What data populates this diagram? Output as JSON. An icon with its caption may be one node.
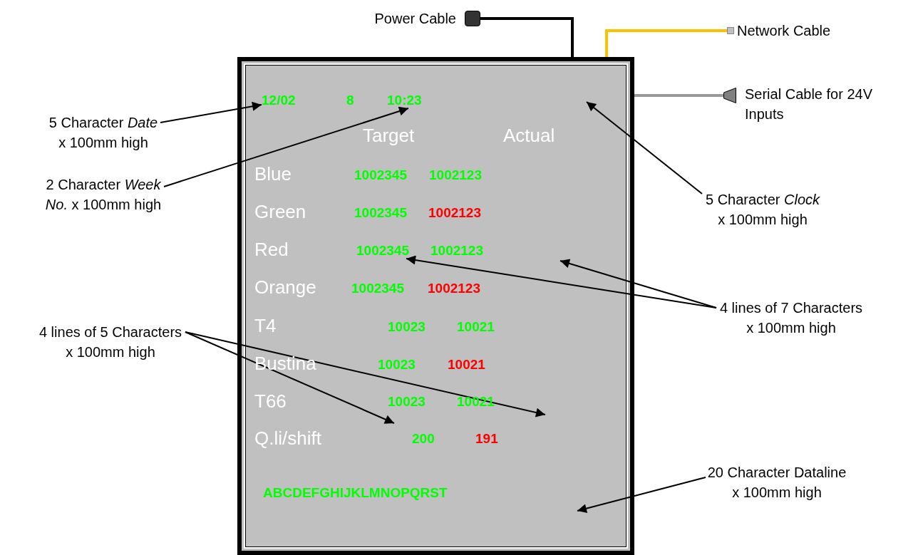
{
  "diagram": {
    "nodes": [
      {
        "text": [],
        "shape": "box"
      },
      {
        "text": [
          "12/02"
        ],
        "in": 0
      },
      {
        "text": [
          "10:23"
        ],
        "in": 0
      },
      {
        "text": [
          "1002345"
        ],
        "in": 0
      },
      {
        "text": [],
        "shape": "box",
        "beside": [
          "Power Cable"
        ]
      },
      {
        "text": [],
        "shape": "box",
        "beside": [
          "Network Cable"
        ]
      },
      {
        "text": [],
        "shape": "box",
        "beside": [
          "Serial Cable for 24V Inputs"
        ]
      },
      {
        "text": [
          "5 Character *Date* x 100mm high"
        ]
      },
      {
        "text": [
          "2 Character *Week No.* x 100mm high"
        ]
      },
      {
        "text": [
          "5 Character *Clock* x 100mm high"
        ]
      },
      {
        "text": [
          "4 lines of 7 Characters x 100mm high"
        ]
      },
      {
        "text": [
          "4 lines of 5 Characters x 100mm high"
        ]
      },
      {
        "text": [
          "20 Character Dataline x 100mm high"
        ]
      }
    ],
    "edges": [
      {
        "from": 0,
        "to": 4,
        "arrow": "none",
        "style": "thick"
      },
      {
        "from": 0,
        "to": 5,
        "arrow": "none",
        "style": "thick",
        "color": "#ffc000"
      },
      {
        "from": 0,
        "to": 6,
        "arrow": "none",
        "style": "thick",
        "color": "#999999"
      },
      {
        "from": 7,
        "to": 1,
        "arrow": "to"
      },
      {
        "from": 8,
        "to": 2,
        "arrow": "to"
      },
      {
        "from": 9,
        "to": null,
        "arrow": "to"
      },
      {
        "from": 10,
        "to": 3,
        "arrow": "to"
      },
      {
        "from": 10,
        "to": null,
        "arrow": "to"
      },
      {
        "from": 11,
        "to": null,
        "arrow": "to"
      },
      {
        "from": 11,
        "to": null,
        "arrow": "to"
      },
      {
        "from": 12,
        "to": null,
        "arrow": "to"
      }
    ],
    "labels": [
      "8",
      "Target",
      "Actual",
      "Blue",
      "1002345",
      "1002123",
      "Green",
      "1002345",
      "1002123",
      "Red",
      "1002123",
      "Orange",
      "1002345",
      "1002123",
      "T4",
      "10023",
      "10021",
      "Bustina",
      "10023",
      "10021",
      "T66",
      "10023",
      "10021",
      "Q.li/shift",
      "200",
      "191",
      "ABCDEFGHIJKLMNOPQRST"
    ]
  }
}
